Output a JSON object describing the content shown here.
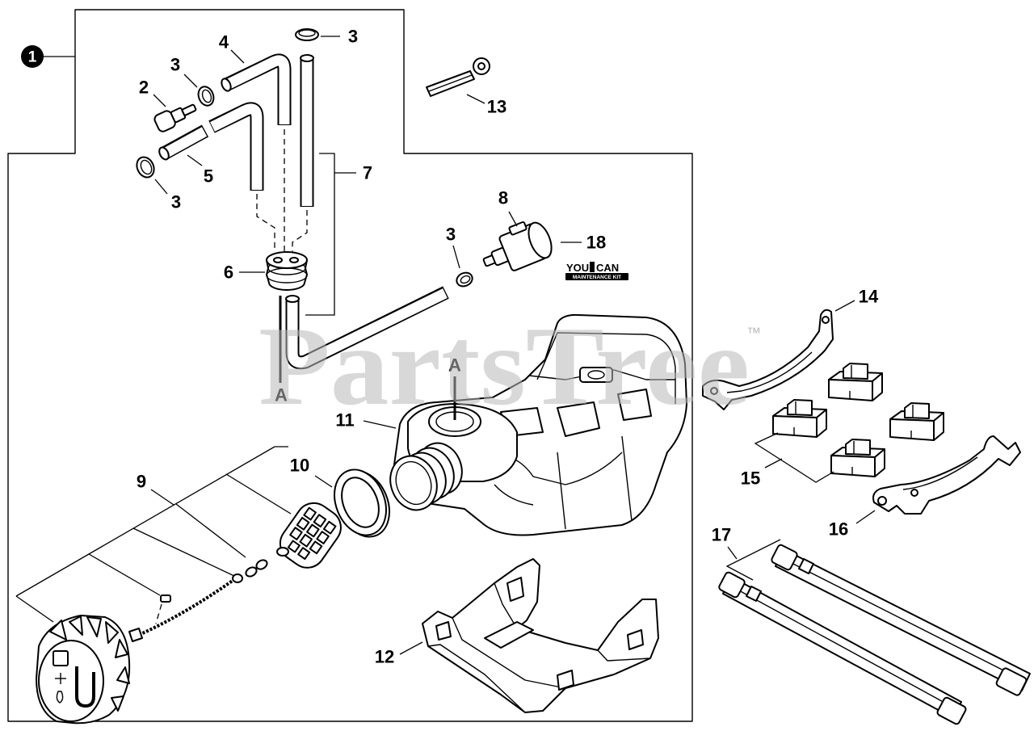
{
  "assembly": {
    "callout": "1"
  },
  "callouts": {
    "c2": "2",
    "c3_left": "3",
    "c3_top": "3",
    "c3_lower": "3",
    "c3_filter": "3",
    "c4": "4",
    "c5": "5",
    "c6": "6",
    "c7": "7",
    "c8": "8",
    "c9": "9",
    "c10": "10",
    "c11": "11",
    "c12": "12",
    "c13": "13",
    "c14": "14",
    "c15": "15",
    "c16": "16",
    "c17": "17",
    "c18": "18",
    "a_line": "A",
    "a_tank": "A"
  },
  "kit_logo": {
    "word1": "YOU",
    "word2": "CAN",
    "subtitle": "MAINTENANCE KIT"
  },
  "watermark": {
    "text": "PartsTree",
    "mark": "™"
  },
  "colors": {
    "line": "#000000",
    "background": "#ffffff",
    "watermark": "#b9b9b9"
  }
}
